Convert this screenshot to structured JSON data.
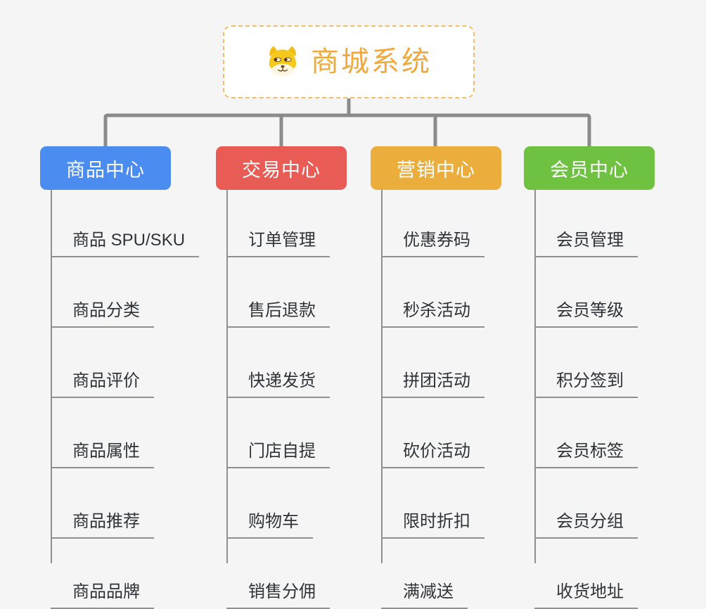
{
  "app": {
    "background": "#F5F5F6",
    "connector_color": "#8B8B8B",
    "leaf_line_color": "#909090",
    "leaf_text_color": "#2F3338"
  },
  "root": {
    "title": "商城系统",
    "icon": "doge-icon",
    "border_color": "#F2BE67",
    "title_color": "#F2A93B"
  },
  "branches": [
    {
      "label": "商品中心",
      "color": "#4A8CF0",
      "children": [
        "商品 SPU/SKU",
        "商品分类",
        "商品评价",
        "商品属性",
        "商品推荐",
        "商品品牌"
      ]
    },
    {
      "label": "交易中心",
      "color": "#E95B55",
      "children": [
        "订单管理",
        "售后退款",
        "快递发货",
        "门店自提",
        "购物车",
        "销售分佣"
      ]
    },
    {
      "label": "营销中心",
      "color": "#EBAD3C",
      "children": [
        "优惠券码",
        "秒杀活动",
        "拼团活动",
        "砍价活动",
        "限时折扣",
        "满减送"
      ]
    },
    {
      "label": "会员中心",
      "color": "#6FC142",
      "children": [
        "会员管理",
        "会员等级",
        "积分签到",
        "会员标签",
        "会员分组",
        "收货地址"
      ]
    }
  ]
}
